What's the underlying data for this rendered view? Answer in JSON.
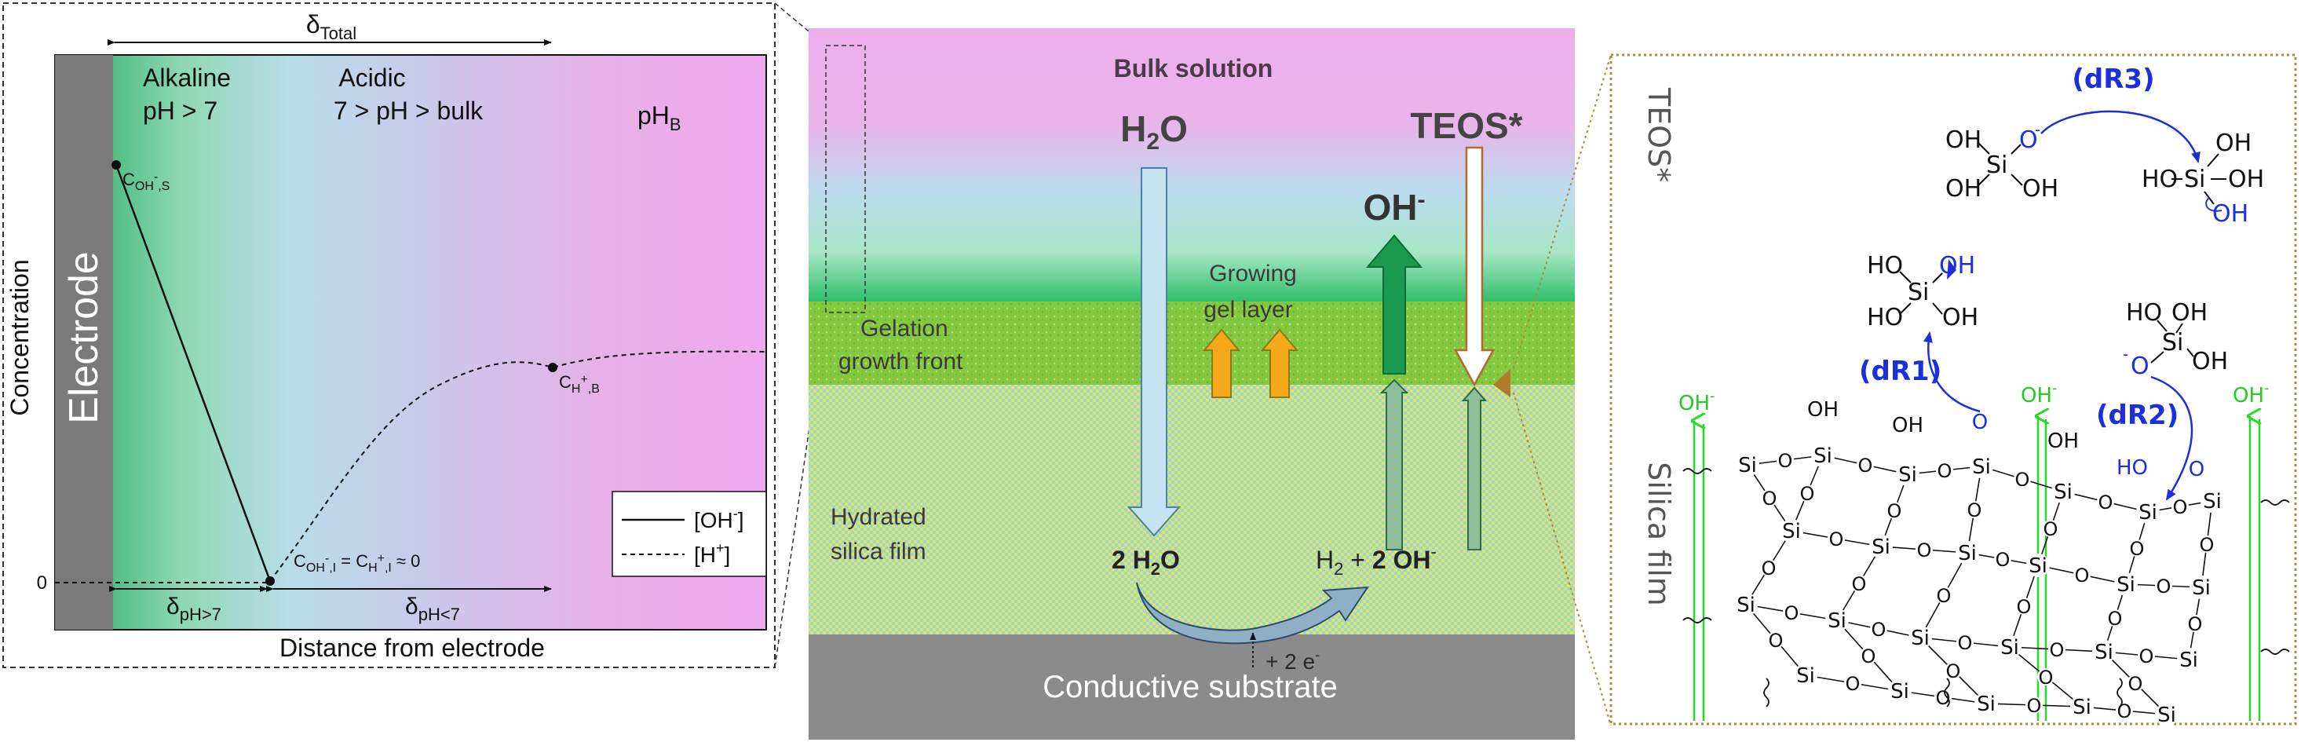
{
  "left_panel": {
    "electrode_label": "Electrode",
    "y_axis_label": "Concentration",
    "x_axis_label": "Distance from electrode",
    "y_tick_zero": "0",
    "delta_total": {
      "base": "δ",
      "sub": "Total"
    },
    "regions": [
      {
        "line1": "Alkaline",
        "line2": "pH > 7"
      },
      {
        "line1": "Acidic",
        "line2": "7 > pH > bulk"
      }
    ],
    "bulk_ph": {
      "base": "pH",
      "sub": "B"
    },
    "points": {
      "c_oh_s": {
        "base": "C",
        "sub": "OH",
        "sup": "-",
        "sub2": ",S"
      },
      "c_h_b": {
        "base": "C",
        "sub": "H",
        "sup": "+",
        "sub2": ",B"
      }
    },
    "interface_eq": "C_{OH-,I} = C_{H+,I} ≈ 0",
    "interface_parts": {
      "c1": "C",
      "s1": "OH",
      "p1": "-",
      "s1b": ",I",
      "eq": " = ",
      "c2": "C",
      "s2": "H",
      "p2": "+",
      "s2b": ",I",
      "approx": " ≈ 0"
    },
    "delta_ph_gt7": {
      "base": "δ",
      "sub": "pH>7"
    },
    "delta_ph_lt7": {
      "base": "δ",
      "sub": "pH<7"
    },
    "legend": [
      {
        "label": "[OH",
        "sup": "-",
        "close": "]",
        "style": "solid"
      },
      {
        "label": "[H",
        "sup": "+",
        "close": "]",
        "style": "dashed"
      }
    ]
  },
  "middle_panel": {
    "bulk_solution": "Bulk solution",
    "h2o": {
      "base": "H",
      "sub": "2",
      "rest": "O"
    },
    "teos": "TEOS*",
    "oh_minus": {
      "base": "OH",
      "sup": "-"
    },
    "growing_gel": [
      "Growing",
      "gel layer"
    ],
    "gelation_front": [
      "Gelation",
      "growth front"
    ],
    "hydrated_film": [
      "Hydrated",
      "silica film"
    ],
    "two_h2o": {
      "pre": "2 H",
      "sub": "2",
      "post": "O"
    },
    "h2_2oh": {
      "pre": "H",
      "sub": "2",
      "mid": " + ",
      "bold": "2 OH",
      "sup": "-"
    },
    "electrons": {
      "base": "+ 2 e",
      "sup": "-"
    },
    "substrate": "Conductive substrate"
  },
  "right_panel": {
    "teos_label": "TEOS*",
    "silica_film_label": "Silica film",
    "reactions": [
      "(dR1)",
      "(dR2)",
      "(dR3)"
    ],
    "oh_minus_label": {
      "base": "OH",
      "sup": "-"
    },
    "atoms": {
      "si": "Si",
      "o": "O",
      "oh": "OH",
      "ho": "HO",
      "o_minus": "O",
      "minus": "-"
    }
  },
  "colors": {
    "bulk_pink": "#eeaeee",
    "electrode_grey": "#7a7a7a",
    "alkaline_green": "#2fb06b",
    "gel_green": "#7ec83a",
    "film_yellow": "#dcea5a",
    "film_blue": "#8fd0e0",
    "substrate_grey": "#8b8b8c",
    "arrow_orange": "#f5a81a",
    "arrow_dark_green": "#1a9a4e",
    "arrow_light_blue": "#c5e3f0",
    "reaction_blue": "#1c2fd8",
    "oh_green": "#22dd22",
    "frame_gold": "#b08a3a"
  }
}
